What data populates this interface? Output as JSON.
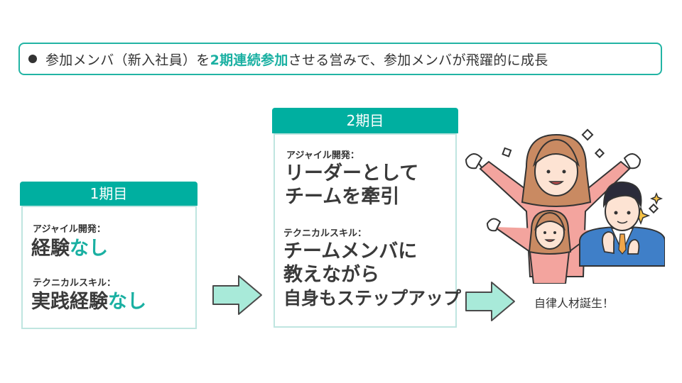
{
  "banner": {
    "pre": "参加メンバ（新入社員）を",
    "highlight": "2期連続参加",
    "post": "させる営みで、参加メンバが飛躍的に成長"
  },
  "phase1": {
    "tab": "1期目",
    "agile_label": "アジャイル開発：",
    "agile_main": "経験",
    "agile_hl": "なし",
    "tech_label": "テクニカルスキル：",
    "tech_main": "実践経験",
    "tech_hl": "なし"
  },
  "phase2": {
    "tab": "2期目",
    "agile_label": "アジャイル開発：",
    "agile_line1": "リーダーとして",
    "agile_line2": "チームを牽引",
    "tech_label": "テクニカルスキル：",
    "tech_line1": "チームメンバに",
    "tech_line2": "教えながら",
    "tech_line3": "自身もステップアップ"
  },
  "result": "自律人材誕生！",
  "colors": {
    "accent": "#00afa0",
    "highlight": "#1ab0a2",
    "arrow_fill": "#a8ead9",
    "box_border": "#bfe5e0"
  },
  "icons": [
    "right-arrow-icon",
    "celebrating-people-illustration"
  ]
}
